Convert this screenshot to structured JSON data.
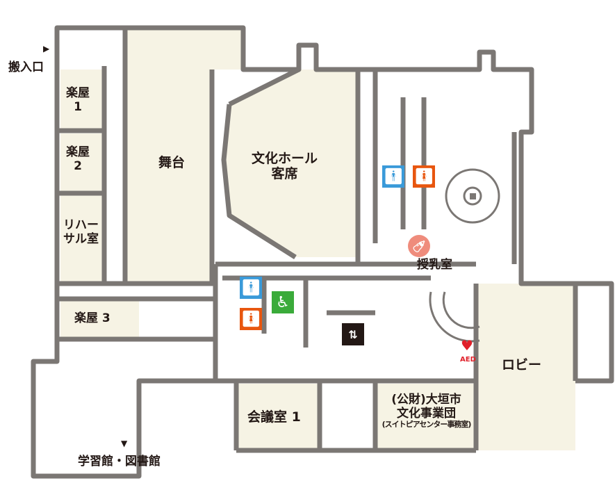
{
  "title": "",
  "colors": {
    "wall": "#7b7774",
    "room": "#f6f3e4",
    "men": "#3a9ad9",
    "women": "#e8560f",
    "accessible": "#3aab3a",
    "elevator": "#231815",
    "aed": "#e0202a",
    "nursing": "#ef8c7c"
  },
  "labels": {
    "loading_entrance": "搬入口",
    "dressing1": [
      "楽屋",
      "1"
    ],
    "dressing2": [
      "楽屋",
      "2"
    ],
    "rehearsal": [
      "リハー",
      "サル室"
    ],
    "dressing3": "楽屋 3",
    "stage": "舞台",
    "hall_seats": [
      "文化ホール",
      "客席"
    ],
    "nursing_room": "授乳室",
    "lobby": "ロビー",
    "aed": "AED",
    "meeting_room1": "会議室 1",
    "foundation": [
      "(公財)大垣市",
      "文化事業団",
      "(スイトピアセンター事務室)"
    ],
    "library_link": "学習館・図書館"
  },
  "icons": {
    "arrow": "▶",
    "arrow_down": "▼",
    "men": "men-restroom-icon",
    "women": "women-restroom-icon",
    "accessible": "accessible-restroom-icon",
    "elevator": "elevator-icon",
    "nursing": "baby-bottle-icon",
    "aed": "aed-heart-icon"
  }
}
